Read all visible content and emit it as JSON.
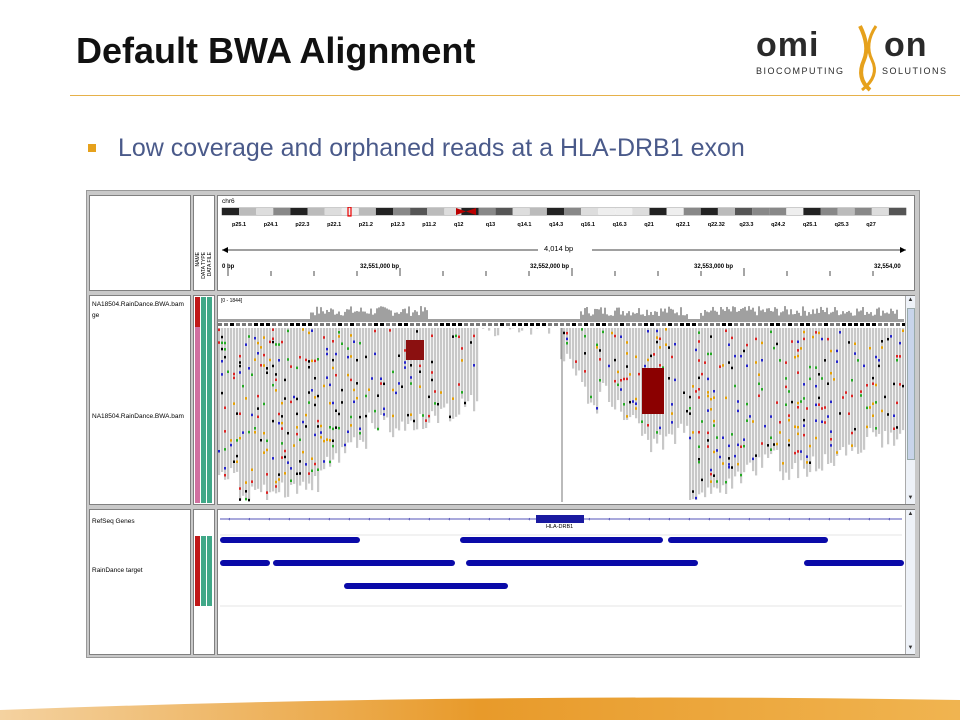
{
  "slide": {
    "title": "Default BWA Alignment",
    "bullet": "Low coverage and orphaned reads at a HLA-DRB1 exon",
    "logo": {
      "wordmark": "OMIXON",
      "tagline_left": "BIOCOMPUTING",
      "tagline_right": "SOLUTIONS"
    },
    "colors": {
      "accent": "#e6a11c",
      "title_rule": "#e6b14a",
      "subtitle": "#4a5a8a"
    }
  },
  "igv": {
    "chromosome": "chr6",
    "bands": [
      "p25.1",
      "p24.1",
      "p22.3",
      "p22.1",
      "p21.2",
      "p12.3",
      "p11.2",
      "q12",
      "q13",
      "q14.1",
      "q14.3",
      "q16.1",
      "q16.3",
      "q21",
      "q22.1",
      "q22.32",
      "q23.3",
      "q24.2",
      "q25.1",
      "q25.3",
      "q27"
    ],
    "span_label": "4,014 bp",
    "ruler_ticks": [
      "0 bp",
      "32,551,000 bp",
      "32,552,000 bp",
      "32,553,000 bp",
      "32,554,00"
    ],
    "header_columns": [
      "NAME",
      "DATA TYPE",
      "DATA FILE"
    ],
    "tracks": {
      "coverage_name": "NA18504.RainDance.BWA.bam",
      "coverage_suffix": "ge",
      "coverage_range": "[0 - 1844]",
      "alignment_name": "NA18504.RainDance.BWA.bam",
      "refseq_name": "RefSeq Genes",
      "gene_label": "HLA-DRB1",
      "target_name": "RainDance target"
    },
    "colors": {
      "read_gray": "#c8c8c8",
      "coverage": "#a0a0a0",
      "gene": "#1a1aa0",
      "target": "#0a0aa8",
      "mismatch_red": "#d22",
      "mismatch_green": "#2a2",
      "mismatch_blue": "#22c",
      "orphan_dark_red": "#8b0000",
      "attr_pink": "#d070a0",
      "attr_teal": "#40a888",
      "attr_red": "#c01818"
    }
  }
}
